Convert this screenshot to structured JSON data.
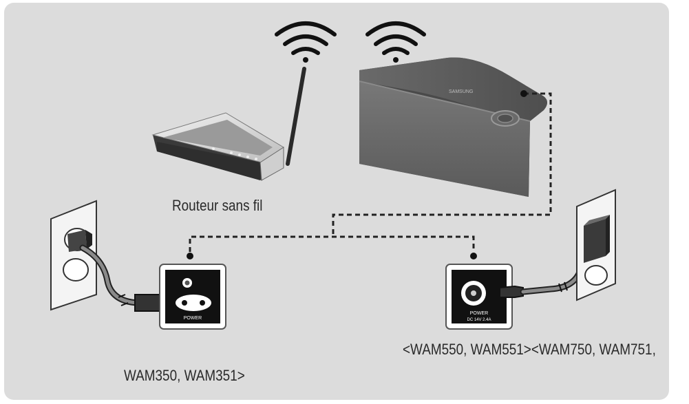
{
  "labels": {
    "router": "Routeur sans fil",
    "models_right": "<WAM550, WAM551><WAM750, WAM751,",
    "models_left": "WAM350, WAM351>"
  },
  "ports": {
    "left_power": "POWER",
    "right_power": "POWER",
    "right_rating": "DC 14V 2.4A"
  },
  "speaker_logo": "SAMSUNG",
  "colors": {
    "panel": "#dcdcdc",
    "ink": "#2a2a2a",
    "speaker": "#5a5a5a"
  },
  "icons": [
    "wifi-icon",
    "wifi-icon"
  ]
}
